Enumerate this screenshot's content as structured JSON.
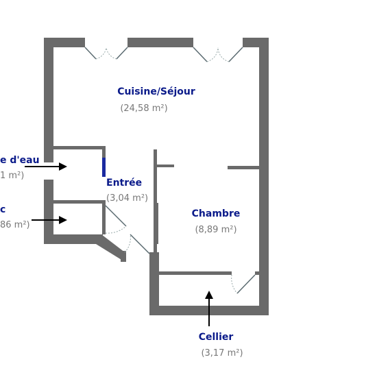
{
  "rooms": {
    "kitchen": {
      "name": "Cuisine/Séjour",
      "area": "(24,58 m²)"
    },
    "shower": {
      "name": "e d'eau",
      "area": "1 m²)"
    },
    "wc": {
      "name": "c",
      "area": "86 m²)"
    },
    "entry": {
      "name": "Entrée",
      "area": "(3,04 m²)"
    },
    "bedroom": {
      "name": "Chambre",
      "area": "(8,89 m²)"
    },
    "storage": {
      "name": "Cellier",
      "area": "(3,17 m²)"
    }
  },
  "colors": {
    "wall": "#6a6a6a",
    "room_label": "#0a1a8a",
    "area_label": "#777777",
    "accent_wall": "#1a2aa0"
  }
}
